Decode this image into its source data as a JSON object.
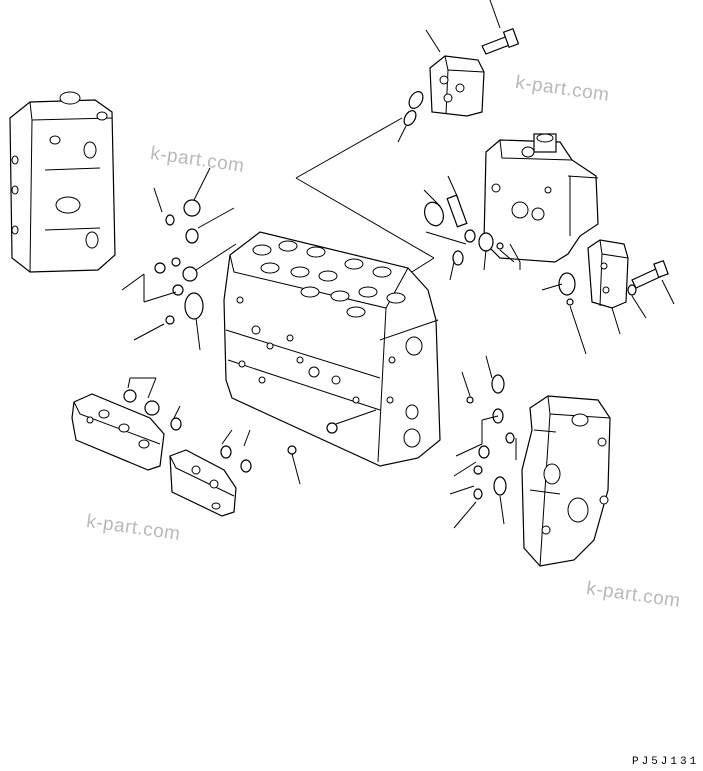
{
  "diagram": {
    "reference_code": "PJ5J131",
    "watermarks": [
      "k-part.com",
      "k-part.com",
      "k-part.com",
      "k-part.com"
    ]
  },
  "colors": {
    "line": "#000000",
    "background": "#ffffff",
    "watermark": "#b9b9b9"
  }
}
